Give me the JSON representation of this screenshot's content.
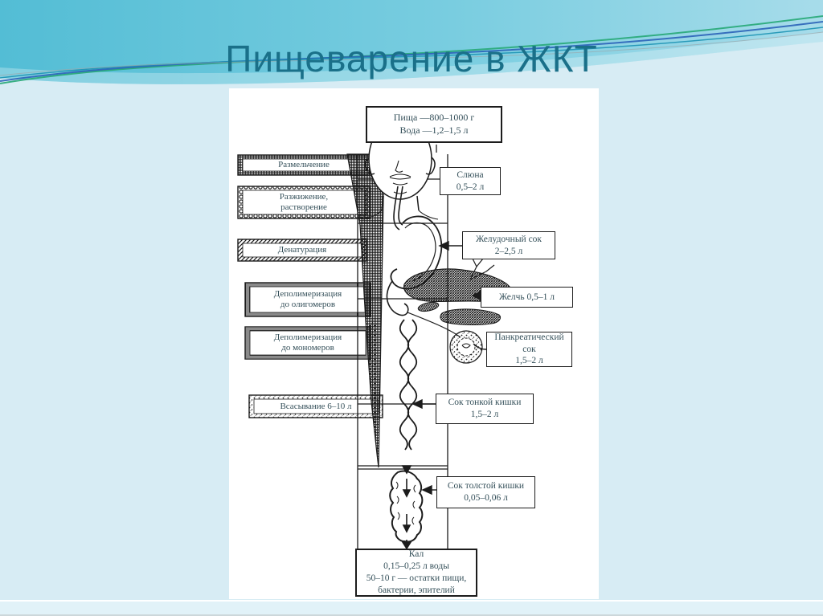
{
  "slide": {
    "title": "Пищеварение в ЖКТ",
    "colors": {
      "background": "#d7ecf4",
      "header_band": "#53bdd5",
      "header_band_light": "#a7dcea",
      "accent_green": "#27a877",
      "accent_blue": "#2b63b8",
      "accent_teal": "#1d93b4",
      "title_text": "#1a7089",
      "diagram_ink": "#1c1c1c",
      "diagram_text": "#35505a"
    }
  },
  "diagram": {
    "food_box": {
      "line1": "Пища —800–1000 г",
      "line2": "Вода —1,2–1,5 л"
    },
    "process_banners": {
      "grinding": "Размельчение",
      "liquefaction_1": "Разжижение,",
      "liquefaction_2": "растворение",
      "denaturation": "Денатурация",
      "depoly_oligomers_1": "Деполимеризация",
      "depoly_oligomers_2": "до олигомеров",
      "depoly_monomers_1": "Деполимеризация",
      "depoly_monomers_2": "до мономеров",
      "absorption": "Всасывание 6–10 л"
    },
    "secretion_boxes": {
      "saliva_1": "Слюна",
      "saliva_2": "0,5–2 л",
      "gastric_1": "Желудочный сок",
      "gastric_2": "2–2,5 л",
      "bile": "Желчь 0,5–1 л",
      "pancreatic_1": "Панкреатический",
      "pancreatic_2": "сок",
      "pancreatic_3": "1,5–2 л",
      "small_intestine_1": "Сок тонкой кишки",
      "small_intestine_2": "1,5–2 л",
      "large_intestine_1": "Сок толстой кишки",
      "large_intestine_2": "0,05–0,06 л"
    },
    "feces_box": {
      "line1": "Кал",
      "line2": "0,15–0,25 л воды",
      "line3": "50–10 г — остатки пищи,",
      "line4": "бактерии, эпителий"
    }
  }
}
